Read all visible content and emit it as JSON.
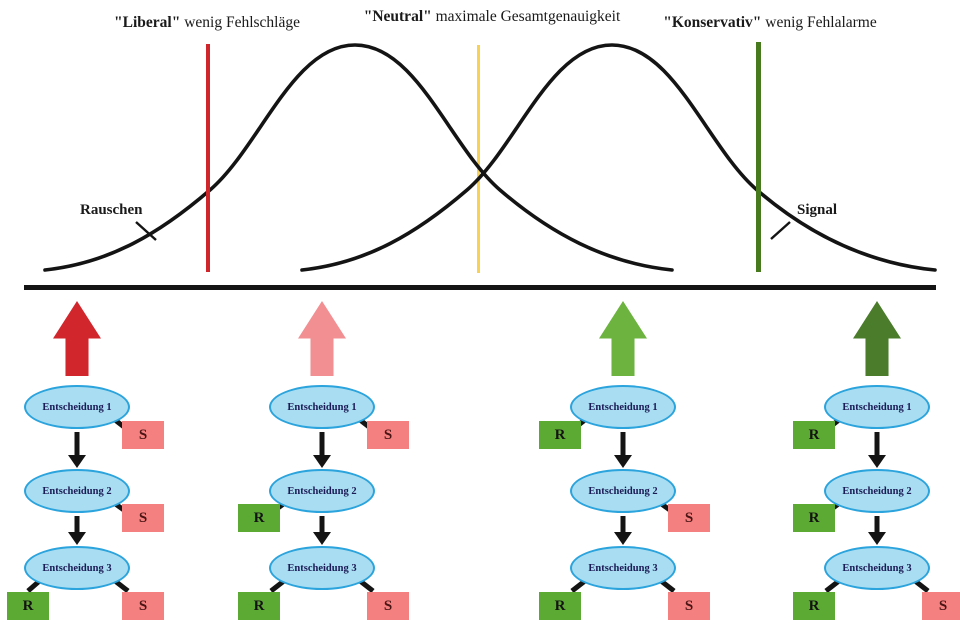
{
  "criteria": [
    {
      "term": "\"Liberal\"",
      "desc": " wenig Fehlschläge",
      "line_color": "#cf262c"
    },
    {
      "term": "\"Neutral\"",
      "desc": " maximale Gesamtgenauigkeit",
      "line_color": "#f7d254"
    },
    {
      "term": "\"Konservativ\"",
      "desc": " wenig Fehlalarme",
      "line_color": "#47791f"
    }
  ],
  "curves": {
    "noise_label": "Rauschen",
    "signal_label": "Signal",
    "stroke_color": "#141414"
  },
  "colors": {
    "r_box": "#5caa33",
    "s_box": "#f58080",
    "ellipse_fill": "#a9ddf1",
    "ellipse_border": "#2ba3dc"
  },
  "trees": [
    {
      "id": "liberal",
      "arrow_color": "#d2262d",
      "nodes": [
        {
          "label": "Entscheidung 1",
          "right": "S"
        },
        {
          "label": "Entscheidung 2",
          "right": "S"
        },
        {
          "label": "Entscheidung 3",
          "left": "R",
          "right": "S"
        }
      ]
    },
    {
      "id": "neutral-liberal",
      "arrow_color": "#f18f93",
      "nodes": [
        {
          "label": "Entscheidung 1",
          "right": "S"
        },
        {
          "label": "Entscheidung 2",
          "left": "R"
        },
        {
          "label": "Entscheidung 3",
          "left": "R",
          "right": "S"
        }
      ]
    },
    {
      "id": "neutral-konservativ",
      "arrow_color": "#6cb33f",
      "nodes": [
        {
          "label": "Entscheidung 1",
          "left": "R"
        },
        {
          "label": "Entscheidung 2",
          "right": "S"
        },
        {
          "label": "Entscheidung 3",
          "left": "R",
          "right": "S"
        }
      ]
    },
    {
      "id": "konservativ",
      "arrow_color": "#4a7c2b",
      "nodes": [
        {
          "label": "Entscheidung 1",
          "left": "R"
        },
        {
          "label": "Entscheidung 2",
          "left": "R"
        },
        {
          "label": "Entscheidung 3",
          "left": "R",
          "right": "S"
        }
      ]
    }
  ]
}
